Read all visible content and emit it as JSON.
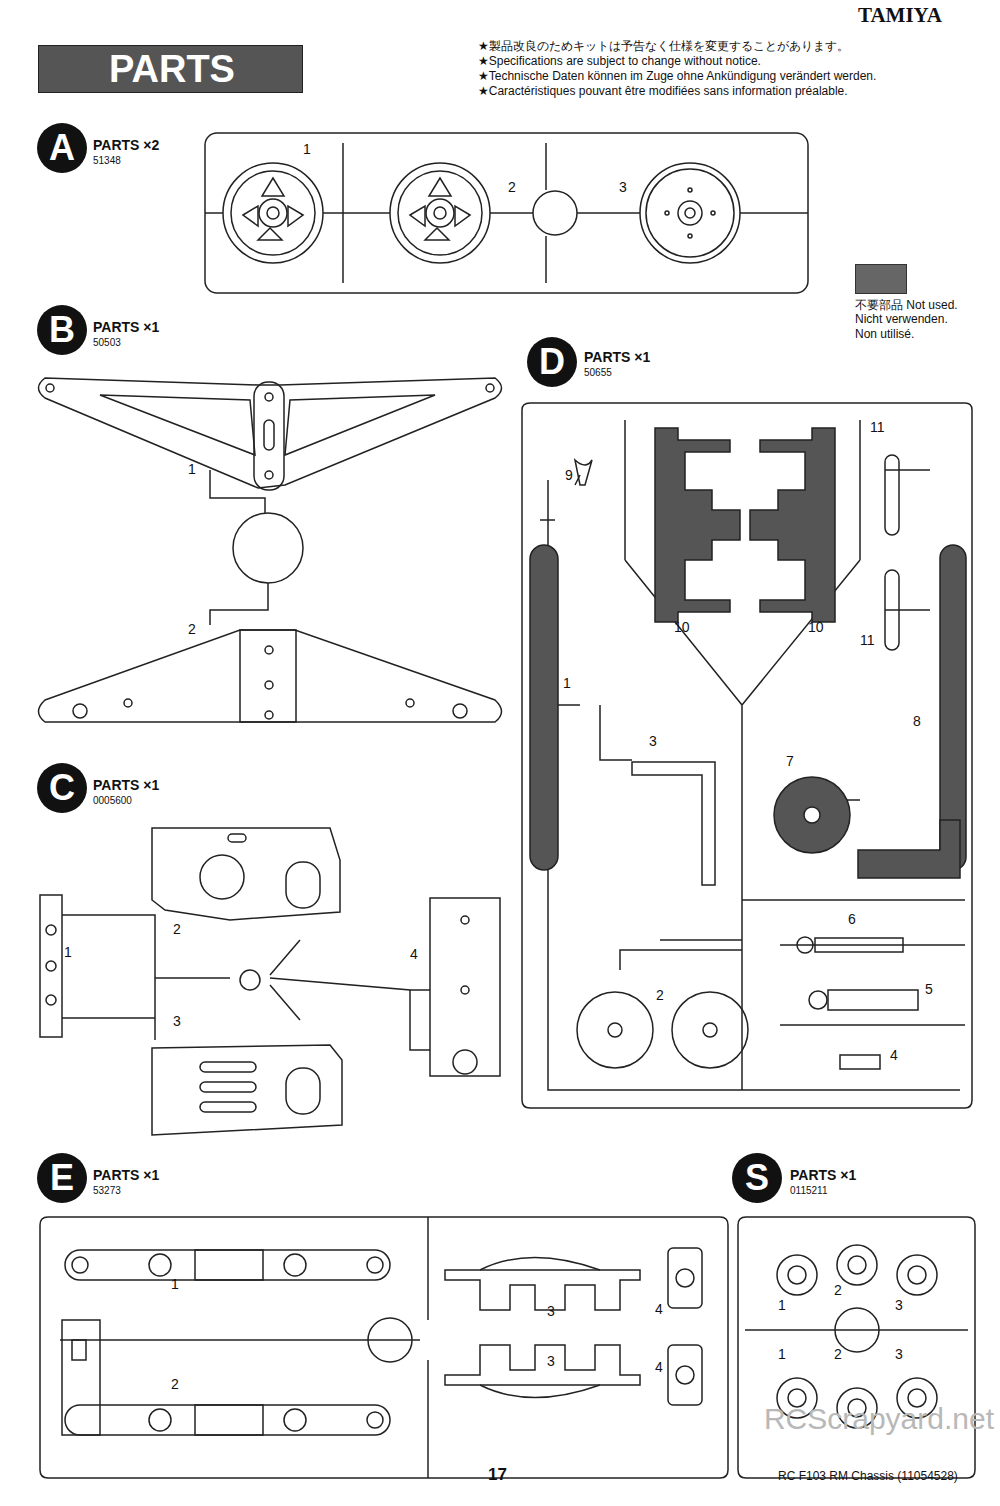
{
  "diagram": {
    "title": "PARTS",
    "nodes": [
      {
        "text": [
          "A"
        ]
      },
      {
        "text": [
          "B"
        ]
      },
      {
        "text": [
          "D"
        ]
      },
      {
        "text": [
          "C"
        ]
      },
      {
        "text": [
          "E"
        ]
      },
      {
        "text": [
          "S"
        ]
      }
    ],
    "labels": [
      "TAMIYA",
      "★製品改良のためキットは予告なく仕様を変更することがあります。",
      "★Specifications are subject to change without notice.",
      "★Technische Daten können im Zuge ohne Ankündigung verändert werden.",
      "★Caractéristiques pouvant être modifiées sans information préalable.",
      "PARTS ×2",
      "51348",
      "1",
      "2",
      "3",
      "PARTS ×1",
      "50503",
      "1",
      "2",
      "PARTS ×1",
      "50655",
      "9",
      "10",
      "10",
      "11",
      "11",
      "1",
      "3",
      "8",
      "7",
      "6",
      "5",
      "2",
      "4",
      "PARTS ×1",
      "0005600",
      "1",
      "2",
      "3",
      "4",
      "PARTS ×1",
      "53273",
      "1",
      "2",
      "3",
      "3",
      "4",
      "4",
      "PARTS ×1",
      "0115211",
      "1",
      "2",
      "3",
      "1",
      "2",
      "3",
      "17",
      "RC F103 RM Chassis (11054528)",
      "RCScrapyard.net"
    ],
    "legend": [
      {
        "text": "不要部品 Not used. Nicht verwenden. Non utilisé.",
        "color": "#666666"
      }
    ]
  }
}
